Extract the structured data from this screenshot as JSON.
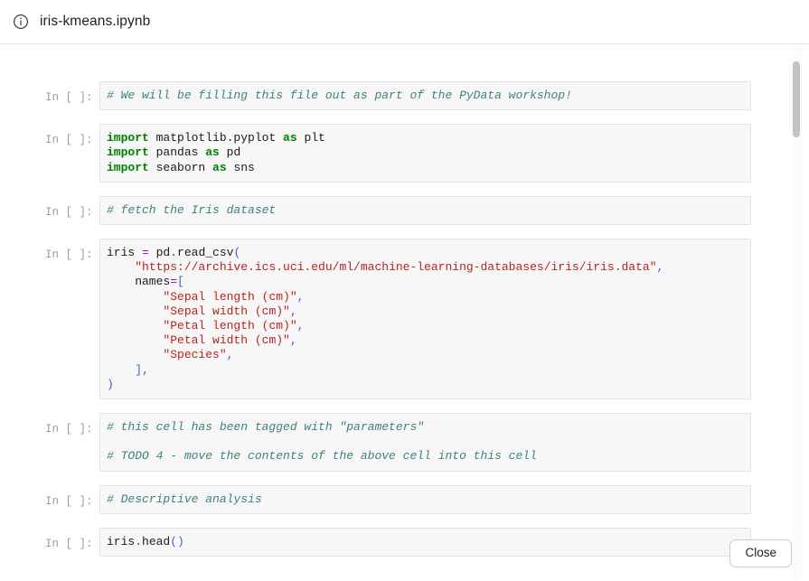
{
  "header": {
    "icon": "info-circle-icon",
    "title": "iris-kmeans.ipynb"
  },
  "footer": {
    "close_label": "Close"
  },
  "notebook": {
    "prompt_label": "In [ ]:",
    "cells": [
      {
        "id": "cell-comment-intro",
        "prompt": "In [ ]:",
        "lines": [
          [
            {
              "t": "# We will be filling this file out as part of the PyData workshop!",
              "c": "comment"
            }
          ]
        ]
      },
      {
        "id": "cell-imports",
        "prompt": "In [ ]:",
        "lines": [
          [
            {
              "t": "import",
              "c": "keyword"
            },
            {
              "t": " matplotlib.pyplot ",
              "c": "plain"
            },
            {
              "t": "as",
              "c": "keyword"
            },
            {
              "t": " plt",
              "c": "plain"
            }
          ],
          [
            {
              "t": "import",
              "c": "keyword"
            },
            {
              "t": " pandas ",
              "c": "plain"
            },
            {
              "t": "as",
              "c": "keyword"
            },
            {
              "t": " pd",
              "c": "plain"
            }
          ],
          [
            {
              "t": "import",
              "c": "keyword"
            },
            {
              "t": " seaborn ",
              "c": "plain"
            },
            {
              "t": "as",
              "c": "keyword"
            },
            {
              "t": " sns",
              "c": "plain"
            }
          ]
        ]
      },
      {
        "id": "cell-comment-fetch",
        "prompt": "In [ ]:",
        "lines": [
          [
            {
              "t": "# fetch the Iris dataset",
              "c": "comment"
            }
          ]
        ]
      },
      {
        "id": "cell-read-csv",
        "prompt": "In [ ]:",
        "lines": [
          [
            {
              "t": "iris ",
              "c": "plain"
            },
            {
              "t": "=",
              "c": "op"
            },
            {
              "t": " pd",
              "c": "plain"
            },
            {
              "t": ".",
              "c": "op"
            },
            {
              "t": "read_csv",
              "c": "plain"
            },
            {
              "t": "(",
              "c": "punct"
            }
          ],
          [
            {
              "t": "    ",
              "c": "plain"
            },
            {
              "t": "\"https://archive.ics.uci.edu/ml/machine-learning-databases/iris/iris.data\"",
              "c": "string"
            },
            {
              "t": ",",
              "c": "punct"
            }
          ],
          [
            {
              "t": "    names",
              "c": "plain"
            },
            {
              "t": "=",
              "c": "op"
            },
            {
              "t": "[",
              "c": "punct"
            }
          ],
          [
            {
              "t": "        ",
              "c": "plain"
            },
            {
              "t": "\"Sepal length (cm)\"",
              "c": "string"
            },
            {
              "t": ",",
              "c": "punct"
            }
          ],
          [
            {
              "t": "        ",
              "c": "plain"
            },
            {
              "t": "\"Sepal width (cm)\"",
              "c": "string"
            },
            {
              "t": ",",
              "c": "punct"
            }
          ],
          [
            {
              "t": "        ",
              "c": "plain"
            },
            {
              "t": "\"Petal length (cm)\"",
              "c": "string"
            },
            {
              "t": ",",
              "c": "punct"
            }
          ],
          [
            {
              "t": "        ",
              "c": "plain"
            },
            {
              "t": "\"Petal width (cm)\"",
              "c": "string"
            },
            {
              "t": ",",
              "c": "punct"
            }
          ],
          [
            {
              "t": "        ",
              "c": "plain"
            },
            {
              "t": "\"Species\"",
              "c": "string"
            },
            {
              "t": ",",
              "c": "punct"
            }
          ],
          [
            {
              "t": "    ",
              "c": "plain"
            },
            {
              "t": "],",
              "c": "punct"
            }
          ],
          [
            {
              "t": ")",
              "c": "punct"
            }
          ]
        ]
      },
      {
        "id": "cell-parameters",
        "prompt": "In [ ]:",
        "lines": [
          [
            {
              "t": "# this cell has been tagged with \"parameters\"",
              "c": "comment"
            }
          ],
          [
            {
              "t": "",
              "c": "plain"
            }
          ],
          [
            {
              "t": "# TODO 4 - move the contents of the above cell into this cell",
              "c": "comment"
            }
          ]
        ]
      },
      {
        "id": "cell-comment-descriptive",
        "prompt": "In [ ]:",
        "lines": [
          [
            {
              "t": "# Descriptive analysis",
              "c": "comment"
            }
          ]
        ]
      },
      {
        "id": "cell-iris-head",
        "prompt": "In [ ]:",
        "lines": [
          [
            {
              "t": "iris",
              "c": "plain"
            },
            {
              "t": ".",
              "c": "op"
            },
            {
              "t": "head",
              "c": "plain"
            },
            {
              "t": "()",
              "c": "punct"
            }
          ]
        ]
      }
    ]
  }
}
